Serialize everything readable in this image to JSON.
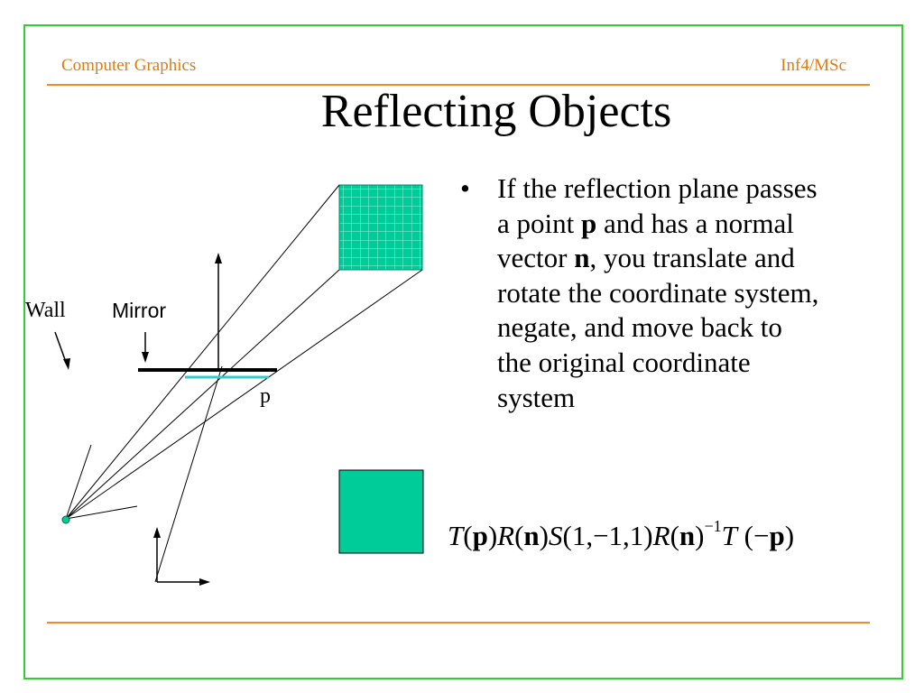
{
  "header": {
    "left": "Computer Graphics",
    "right": "Inf4/MSc"
  },
  "title": "Reflecting Objects",
  "bullet": {
    "marker": "•",
    "lines": [
      [
        "If the reflection plane passes"
      ],
      [
        "a point ",
        {
          "bold": "p"
        },
        " and has a normal"
      ],
      [
        "vector ",
        {
          "bold": "n"
        },
        ",  you translate and"
      ],
      [
        "rotate the coordinate system,"
      ],
      [
        "negate, and move back to"
      ],
      [
        "the original coordinate"
      ],
      [
        "system"
      ]
    ]
  },
  "formula": {
    "parts": [
      {
        "i": "T"
      },
      "(",
      {
        "b": "p"
      },
      ")",
      {
        "i": "R"
      },
      "(",
      {
        "b": "n"
      },
      ")",
      {
        "i": "S"
      },
      "(1,−1,1)",
      {
        "i": "R"
      },
      "(",
      {
        "b": "n"
      },
      ")",
      {
        "sup": "−1"
      },
      {
        "i": "T"
      },
      " (−",
      {
        "b": "p"
      },
      ")"
    ]
  },
  "diagram": {
    "labels": {
      "wall": "Wall",
      "mirror": "Mirror",
      "point": "p"
    },
    "colors": {
      "teal": "#00cc99",
      "mirror_normal": "#33cccc",
      "grid_line": "#99eedd",
      "frame": "#33cc33",
      "accent": "#e07b10"
    }
  }
}
